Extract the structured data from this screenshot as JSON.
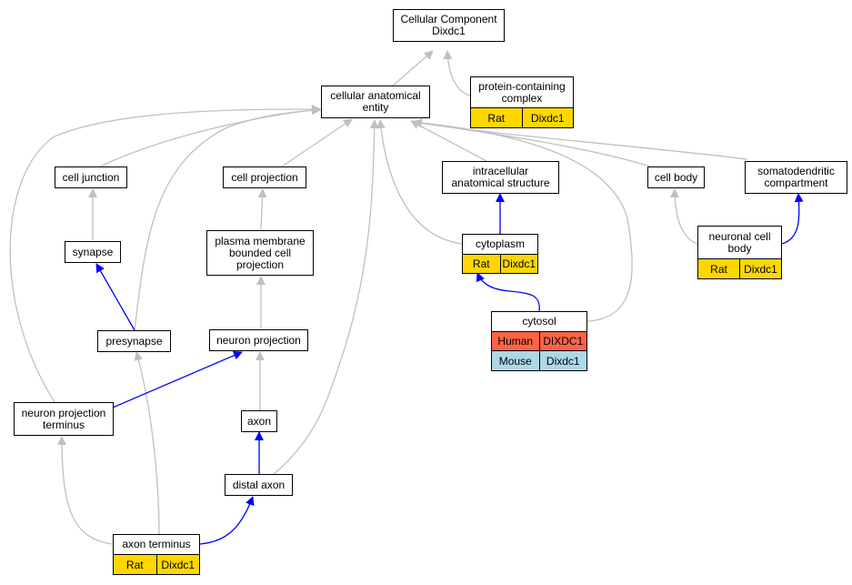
{
  "nodes": {
    "cc": "Cellular Component\nDixdc1",
    "cae": "cellular anatomical\nentity",
    "pcc": "protein-containing\ncomplex",
    "cj": "cell junction",
    "cp": "cell projection",
    "ias": "intracellular\nanatomical structure",
    "cb": "cell body",
    "sdc": "somatodendritic\ncompartment",
    "syn": "synapse",
    "pmbcp": "plasma membrane\nbounded cell\nprojection",
    "cyto": "cytoplasm",
    "ncb": "neuronal cell\nbody",
    "pre": "presynapse",
    "np": "neuron projection",
    "cytosol": "cytosol",
    "npt": "neuron projection\nterminus",
    "axon": "axon",
    "da": "distal axon",
    "at": "axon terminus"
  },
  "annotations": {
    "pcc": [
      {
        "species": "Rat",
        "gene": "Dixdc1"
      }
    ],
    "cyto": [
      {
        "species": "Rat",
        "gene": "Dixdc1"
      }
    ],
    "ncb": [
      {
        "species": "Rat",
        "gene": "Dixdc1"
      }
    ],
    "cytosol": [
      {
        "species": "Human",
        "gene": "DIXDC1"
      },
      {
        "species": "Mouse",
        "gene": "Dixdc1"
      }
    ],
    "at": [
      {
        "species": "Rat",
        "gene": "Dixdc1"
      }
    ]
  },
  "colors": {
    "rat": "#FFD700",
    "human": "#FF6347",
    "mouse": "#ADD8E6",
    "edge_gray": "#C0C0C0",
    "edge_blue": "#0000FF"
  }
}
